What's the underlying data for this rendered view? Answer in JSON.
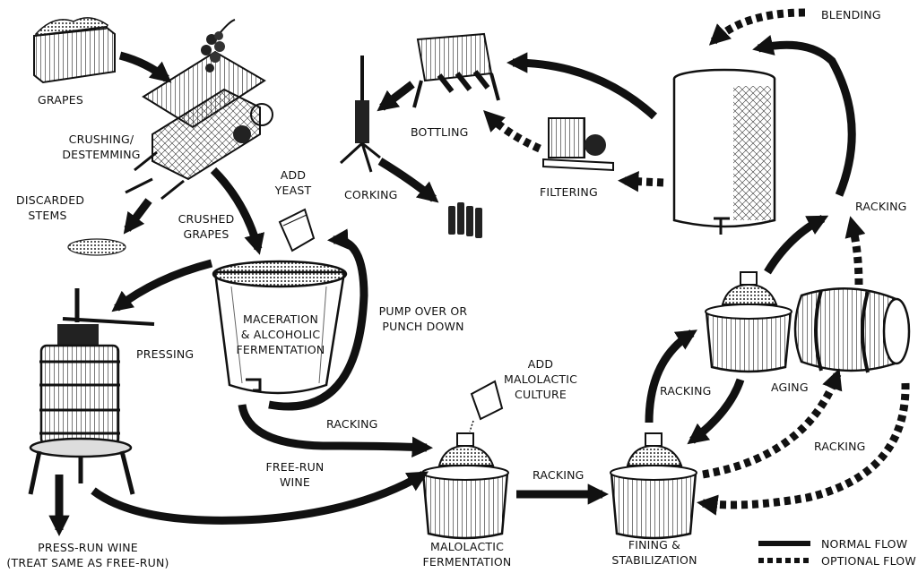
{
  "labels": {
    "grapes": "GRAPES",
    "crushing": [
      "CRUSHING/",
      "DESTEMMING"
    ],
    "discarded_stems": [
      "DISCARDED",
      "STEMS"
    ],
    "crushed_grapes": [
      "CRUSHED",
      "GRAPES"
    ],
    "add_yeast": [
      "ADD",
      "YEAST"
    ],
    "maceration": [
      "MACERATION",
      "& ALCOHOLIC",
      "FERMENTATION"
    ],
    "pump_over": [
      "PUMP OVER OR",
      "PUNCH DOWN"
    ],
    "pressing": "PRESSING",
    "racking_1": "RACKING",
    "free_run": [
      "FREE-RUN",
      "WINE"
    ],
    "press_run": [
      "PRESS-RUN WINE",
      "(TREAT SAME AS FREE-RUN)"
    ],
    "add_malolactic": [
      "ADD",
      "MALOLACTIC",
      "CULTURE"
    ],
    "malolactic": [
      "MALOLACTIC",
      "FERMENTATION"
    ],
    "racking_2": "RACKING",
    "fining": [
      "FINING &",
      "STABILIZATION"
    ],
    "racking_3": "RACKING",
    "aging": "AGING",
    "racking_4": "RACKING",
    "racking_5": "RACKING",
    "blending": "BLENDING",
    "filtering": "FILTERING",
    "bottling": "BOTTLING",
    "corking": "CORKING"
  },
  "legend": {
    "normal": "NORMAL FLOW",
    "optional": "OPTIONAL FLOW"
  }
}
